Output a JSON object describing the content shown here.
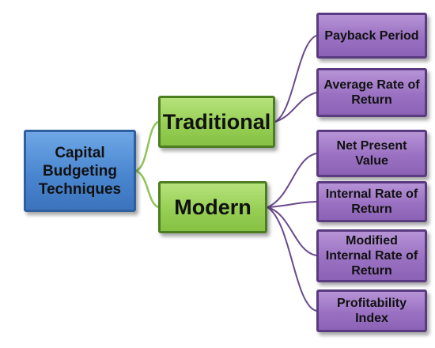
{
  "root": {
    "lines": [
      "Capital",
      "Budgeting",
      "Techniques"
    ]
  },
  "branches": [
    {
      "label": "Traditional",
      "leaves": [
        {
          "lines": [
            "Payback Period"
          ]
        },
        {
          "lines": [
            "Average Rate of",
            "Return"
          ]
        }
      ]
    },
    {
      "label": "Modern",
      "leaves": [
        {
          "lines": [
            "Net Present",
            "Value"
          ]
        },
        {
          "lines": [
            "Internal Rate of",
            "Return"
          ]
        },
        {
          "lines": [
            "Modified",
            "Internal Rate of",
            "Return"
          ]
        },
        {
          "lines": [
            "Profitability",
            "Index"
          ]
        }
      ]
    }
  ],
  "colors": {
    "root_fill": "#4a86d0",
    "branch_fill": "#97cf55",
    "leaf_fill": "#9a71c2",
    "connector_root_branch": "#8fc45a",
    "connector_branch_leaf": "#6a4a8c"
  }
}
